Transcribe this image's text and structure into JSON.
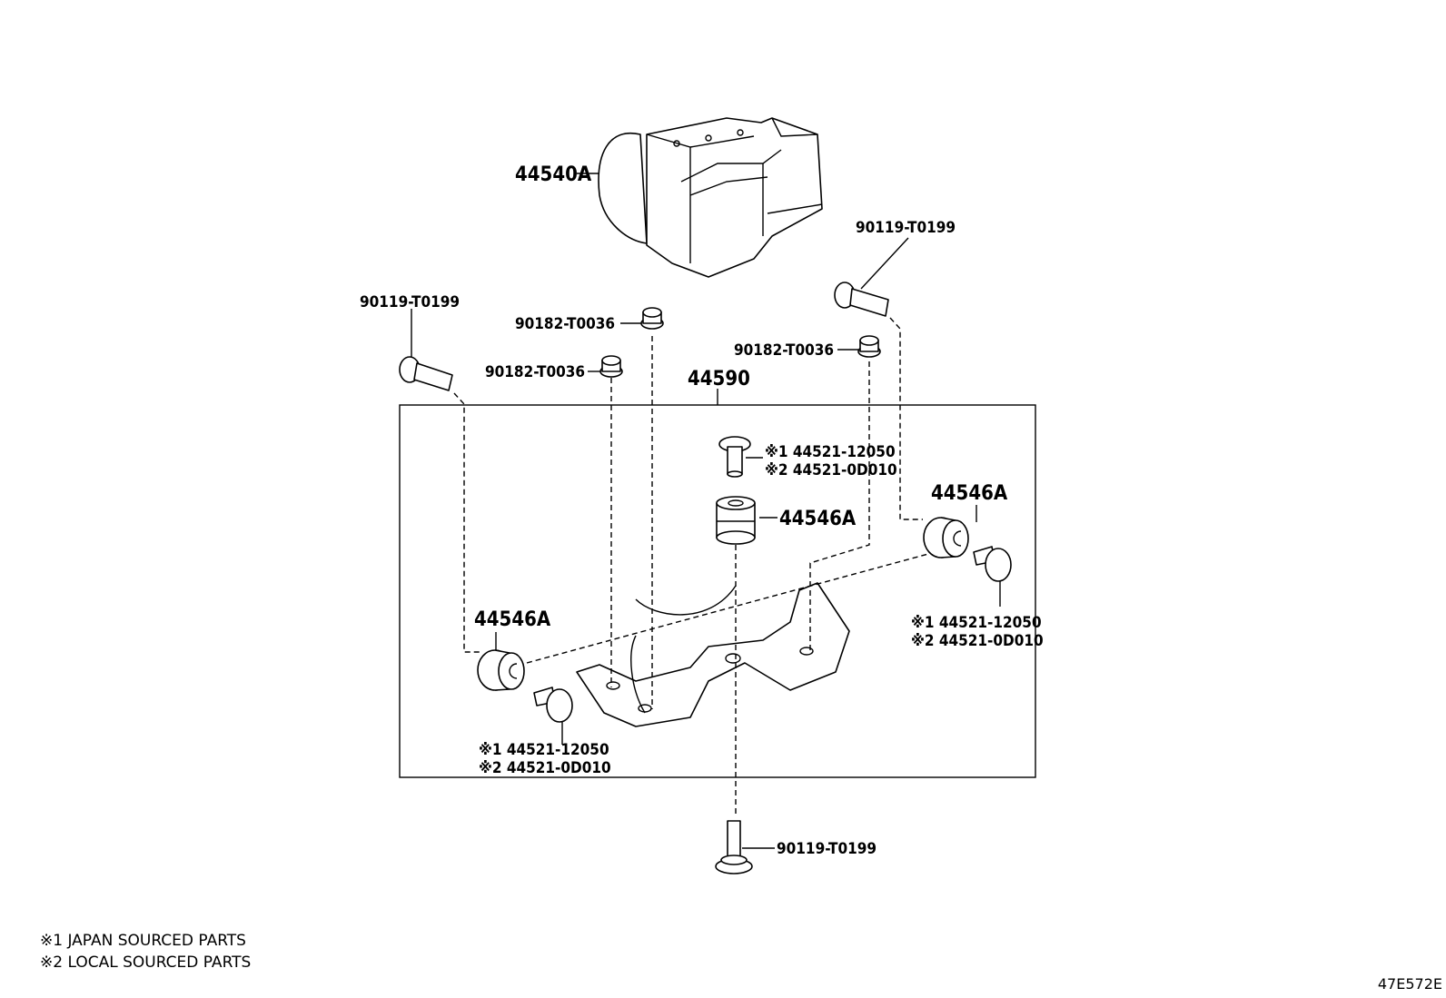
{
  "callouts": {
    "abs_actuator": "44540A",
    "bracket_assembly": "44590",
    "bolt_top_right": "90119-T0199",
    "bolt_top_left": "90119-T0199",
    "bolt_bottom": "90119-T0199",
    "nut_upper_left": "90182-T0036",
    "nut_lower_left": "90182-T0036",
    "nut_right": "90182-T0036",
    "cushion_center": "44546A",
    "cushion_right": "44546A",
    "cushion_left": "44546A",
    "collar_center_1": "※1 44521-12050",
    "collar_center_2": "※2 44521-0D010",
    "collar_right_1": "※1 44521-12050",
    "collar_right_2": "※2 44521-0D010",
    "collar_left_1": "※1 44521-12050",
    "collar_left_2": "※2 44521-0D010"
  },
  "legend": {
    "note_1": "※1 JAPAN SOURCED PARTS",
    "note_2": "※2 LOCAL SOURCED PARTS"
  },
  "reference_code": "47E572E"
}
